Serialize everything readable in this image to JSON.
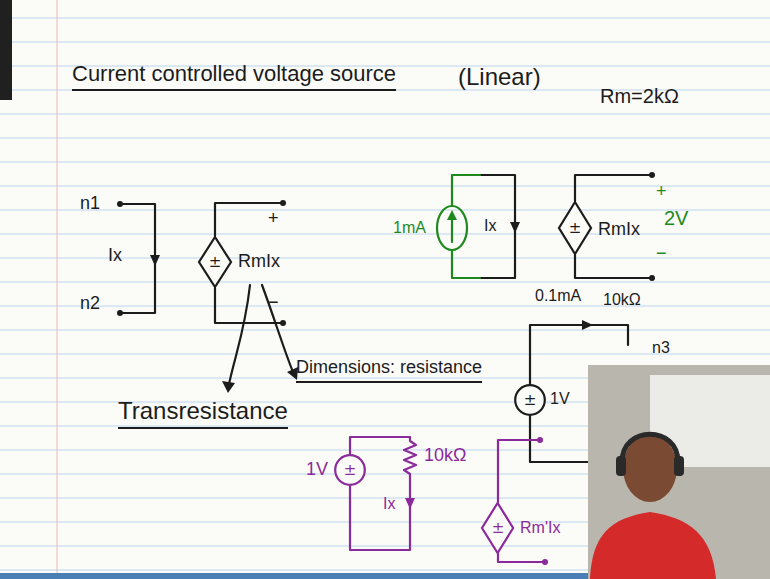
{
  "diagram": {
    "title": "Current controlled voltage source",
    "nodes": [
      {
        "text": [
          "±"
        ]
      },
      {
        "text": [
          "±"
        ]
      },
      {
        "text": [
          "±"
        ]
      },
      {
        "text": [
          "±"
        ]
      },
      {
        "text": [
          "±"
        ]
      }
    ],
    "labels": [
      "(Linear)",
      "Rm=2kΩ",
      "n1",
      "n2",
      "Ix",
      "RmIx",
      "+",
      "−",
      "Transresistance",
      "Dimensions: resistance",
      "1mA",
      "Ix",
      "RmIx",
      "+",
      "2V",
      "−",
      "0.1mA",
      "10kΩ",
      "1V",
      "n3",
      "1V",
      "10kΩ",
      "Ix",
      "Rm'Ix"
    ]
  }
}
